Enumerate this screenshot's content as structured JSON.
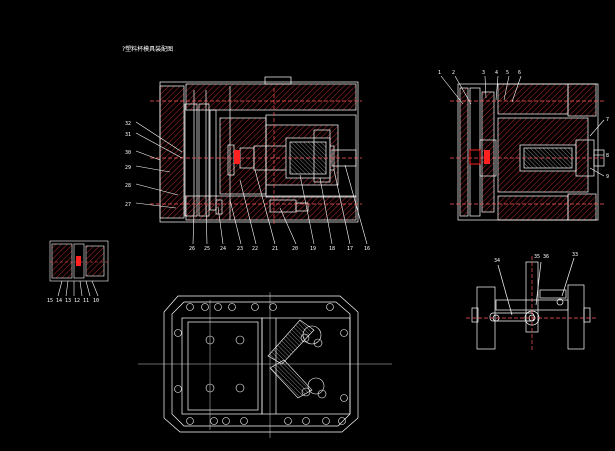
{
  "drawing": {
    "title": "?塑料杯模具装配图",
    "colors": {
      "background": "#000000",
      "line": "#ffffff",
      "hatch": "#ff3b3b",
      "dash": "#ff5a5a",
      "part_red": "#ff2020",
      "center_line": "#d0d0d0"
    },
    "main_view": {
      "left_labels": [
        "32",
        "31",
        "30",
        "29",
        "28",
        "27"
      ],
      "bottom_labels": [
        "26",
        "25",
        "24",
        "23",
        "22",
        "21",
        "20",
        "19",
        "18",
        "17",
        "16"
      ]
    },
    "detail_view": {
      "labels": [
        "15",
        "14",
        "13",
        "12",
        "11",
        "10"
      ]
    },
    "side_view": {
      "top_labels": [
        "1",
        "2",
        "3",
        "4",
        "5",
        "6"
      ],
      "right_labels": [
        "7",
        "8",
        "9"
      ]
    },
    "lever_view": {
      "labels": [
        "34",
        "35 36",
        "33"
      ]
    }
  }
}
